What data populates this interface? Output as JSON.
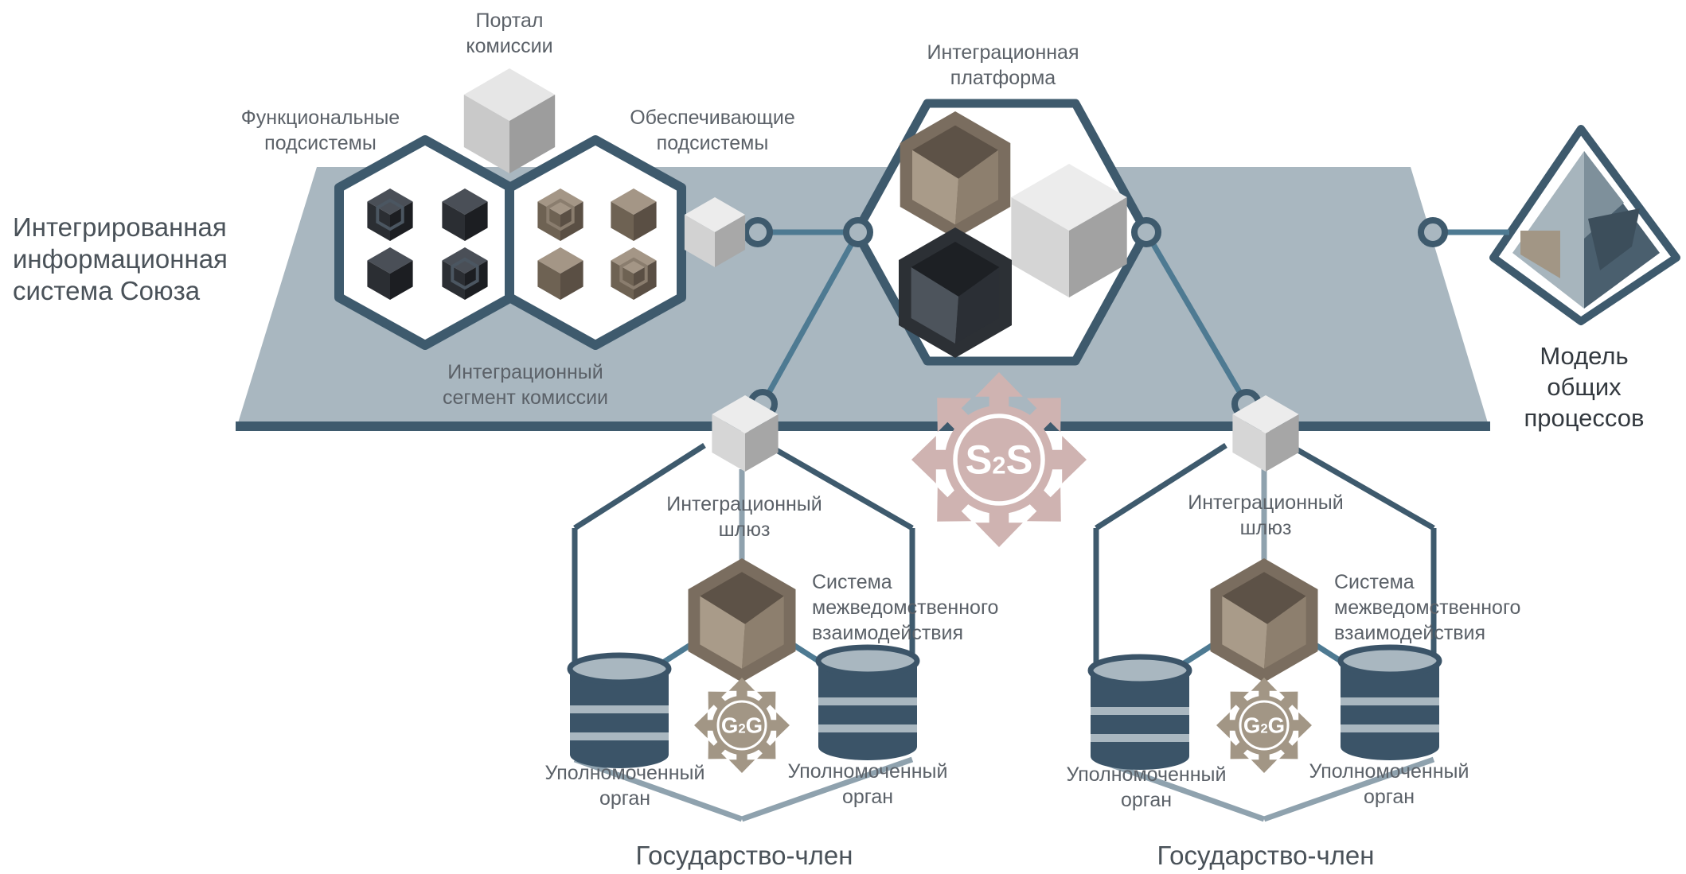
{
  "labels": {
    "iis": [
      "Интегрированная",
      "информационная",
      "система Союза"
    ],
    "portal": [
      "Портал",
      "комиссии"
    ],
    "functional": [
      "Функциональные",
      "подсистемы"
    ],
    "supporting": [
      "Обеспечивающие",
      "подсистемы"
    ],
    "platform": [
      "Интеграционная",
      "платформа"
    ],
    "segment": [
      "Интеграционный",
      "сегмент комиссии"
    ],
    "model": [
      "Модель",
      "общих",
      "процессов"
    ],
    "gateway_left": [
      "Интеграционный",
      "шлюз"
    ],
    "gateway_right": [
      "Интеграционный",
      "шлюз"
    ],
    "interagency_left": [
      "Система",
      "межведомственного",
      "взаимодействия"
    ],
    "interagency_right": [
      "Система",
      "межведомственного",
      "взаимодействия"
    ],
    "authority_ll": [
      "Уполномоченный",
      "орган"
    ],
    "authority_lr": [
      "Уполномоченный",
      "орган"
    ],
    "authority_rl": [
      "Уполномоченный",
      "орган"
    ],
    "authority_rr": [
      "Уполномоченный",
      "орган"
    ],
    "member_left": "Государство-член",
    "member_right": "Государство-член"
  },
  "badges": {
    "s2s": {
      "a": "S",
      "sub": "2",
      "b": "S"
    },
    "g2g_left": {
      "a": "G",
      "sub": "2",
      "b": "G"
    },
    "g2g_right": {
      "a": "G",
      "sub": "2",
      "b": "G"
    }
  },
  "colors": {
    "plane": "#a9b7c0",
    "frame": "#3e5a6d",
    "connector": "#4e7a92",
    "dark_cube": "#2e3237",
    "brown_cube": "#7a6d5f",
    "light_cube": "#d9d9d9",
    "database": "#3b5468",
    "s2s_badge": "#cfb3b1",
    "g2g_badge": "#a29685"
  }
}
